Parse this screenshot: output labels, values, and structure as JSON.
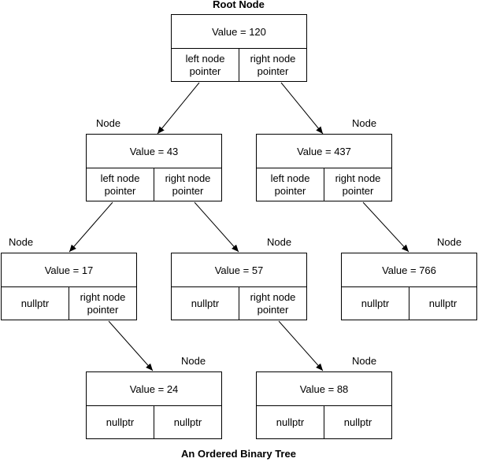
{
  "title": "Root Node",
  "caption": "An Ordered Binary Tree",
  "node_label": "Node",
  "nodes": {
    "n120": {
      "value": "Value = 120",
      "left": "left node\npointer",
      "right": "right node\npointer"
    },
    "n43": {
      "value": "Value = 43",
      "left": "left node\npointer",
      "right": "right node\npointer"
    },
    "n437": {
      "value": "Value = 437",
      "left": "left node\npointer",
      "right": "right node\npointer"
    },
    "n17": {
      "value": "Value = 17",
      "left": "nullptr",
      "right": "right node\npointer"
    },
    "n57": {
      "value": "Value = 57",
      "left": "nullptr",
      "right": "right node\npointer"
    },
    "n766": {
      "value": "Value = 766",
      "left": "nullptr",
      "right": "nullptr"
    },
    "n24": {
      "value": "Value = 24",
      "left": "nullptr",
      "right": "nullptr"
    },
    "n88": {
      "value": "Value = 88",
      "left": "nullptr",
      "right": "nullptr"
    }
  },
  "edges": [
    [
      "n120",
      "n43"
    ],
    [
      "n120",
      "n437"
    ],
    [
      "n43",
      "n17"
    ],
    [
      "n43",
      "n57"
    ],
    [
      "n437",
      "n766"
    ],
    [
      "n17",
      "n24"
    ],
    [
      "n57",
      "n88"
    ]
  ]
}
